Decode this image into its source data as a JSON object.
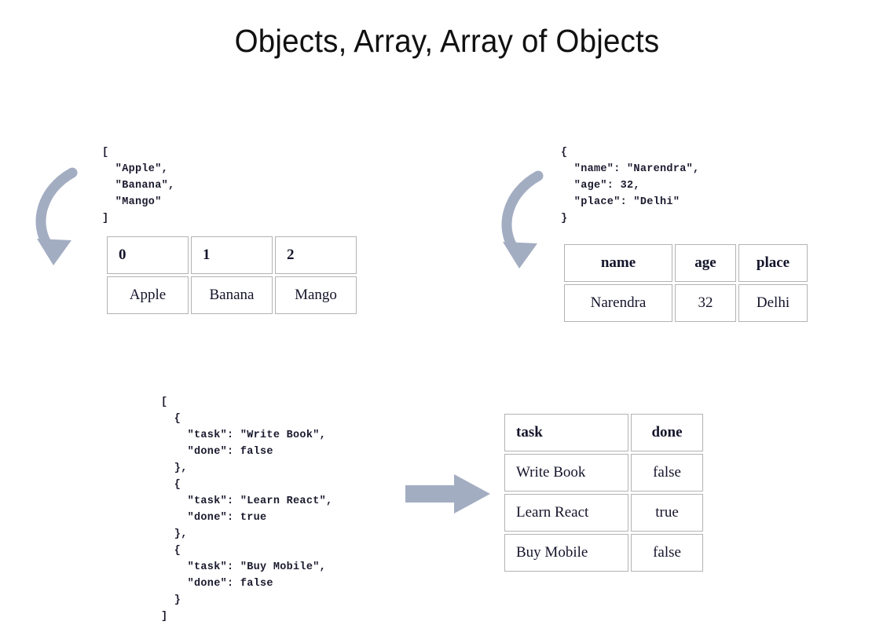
{
  "slide": {
    "title": "Objects, Array, Array of Objects",
    "accent_arrow_color": "#a3adc2",
    "table_border_color": "#b3b3b3",
    "code_text_color": "#1a1a2e"
  },
  "sections": {
    "array": {
      "code": "[\n  \"Apple\",\n  \"Banana\",\n  \"Mango\"\n]",
      "arrow": "curved-arrow-down-right-icon",
      "table": {
        "type": "table",
        "headers": [
          "0",
          "1",
          "2"
        ],
        "header_align": "left",
        "rows": [
          [
            "Apple",
            "Banana",
            "Mango"
          ]
        ],
        "row_align": "center"
      }
    },
    "object": {
      "code": "{\n  \"name\": \"Narendra\",\n  \"age\": 32,\n  \"place\": \"Delhi\"\n}",
      "arrow": "curved-arrow-down-right-icon",
      "table": {
        "type": "table",
        "headers": [
          "name",
          "age",
          "place"
        ],
        "header_align": "center",
        "rows": [
          [
            "Narendra",
            "32",
            "Delhi"
          ]
        ],
        "row_align": "center"
      }
    },
    "array_of_objects": {
      "code": "[\n  {\n    \"task\": \"Write Book\",\n    \"done\": false\n  },\n  {\n    \"task\": \"Learn React\",\n    \"done\": true\n  },\n  {\n    \"task\": \"Buy Mobile\",\n    \"done\": false\n  }\n]",
      "arrow": "straight-arrow-right-icon",
      "table": {
        "type": "table",
        "headers": [
          "task",
          "done"
        ],
        "header_align": "left",
        "rows": [
          [
            "Write Book",
            "false"
          ],
          [
            "Learn React",
            "true"
          ],
          [
            "Buy Mobile",
            "false"
          ]
        ],
        "row_align": "left"
      }
    }
  }
}
